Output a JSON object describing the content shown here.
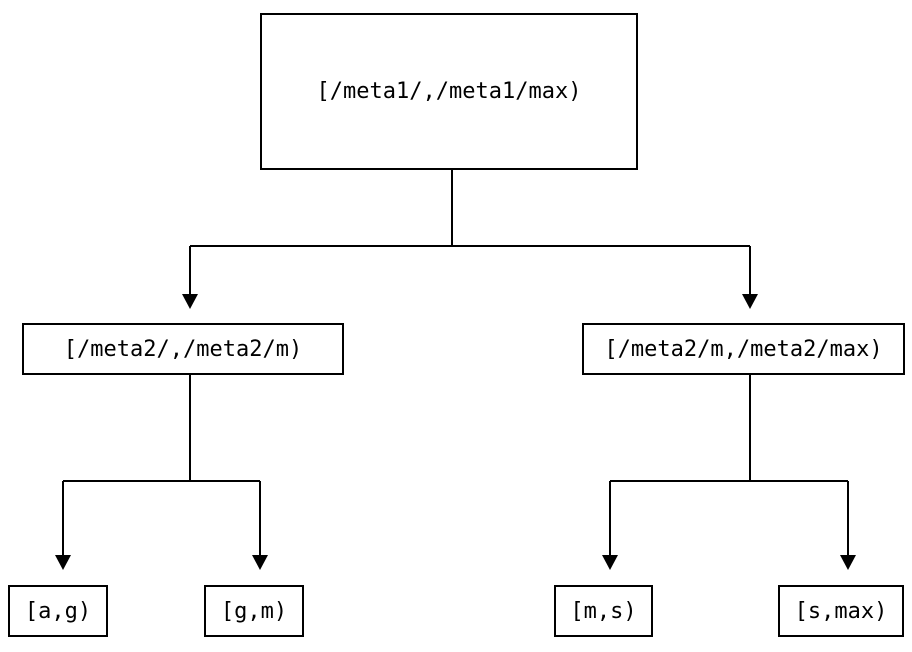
{
  "tree": {
    "root": {
      "label": "[/meta1/,/meta1/max)"
    },
    "left": {
      "label": "[/meta2/,/meta2/m)"
    },
    "right": {
      "label": "[/meta2/m,/meta2/max)"
    },
    "leaves": [
      {
        "label": "[a,g)"
      },
      {
        "label": "[g,m)"
      },
      {
        "label": "[m,s)"
      },
      {
        "label": "[s,max)"
      }
    ]
  },
  "colors": {
    "line": "#000000",
    "text": "#000000",
    "background": "#ffffff"
  }
}
